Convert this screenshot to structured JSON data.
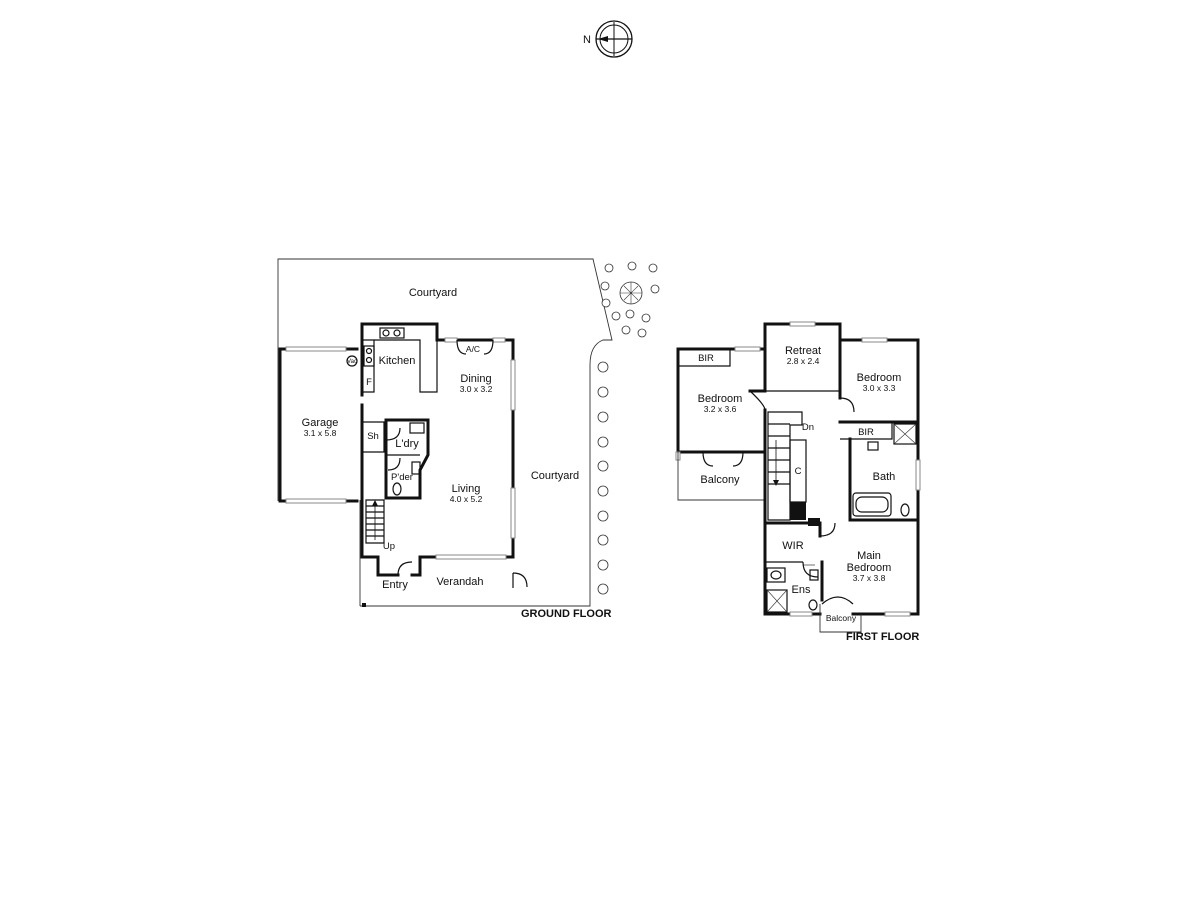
{
  "compass": {
    "north_label": "N"
  },
  "ground_floor": {
    "title": "GROUND FLOOR",
    "rooms": {
      "courtyard_top": {
        "name": "Courtyard"
      },
      "courtyard_right": {
        "name": "Courtyard"
      },
      "kitchen": {
        "name": "Kitchen"
      },
      "dining": {
        "name": "Dining",
        "size": "3.0 x 3.2"
      },
      "garage": {
        "name": "Garage",
        "size": "3.1 x 5.8"
      },
      "shower": {
        "name": "Sh"
      },
      "laundry": {
        "name": "L'dry"
      },
      "powder": {
        "name": "P'der"
      },
      "living": {
        "name": "Living",
        "size": "4.0 x 5.2"
      },
      "entry": {
        "name": "Entry"
      },
      "verandah": {
        "name": "Verandah"
      }
    },
    "fixtures": {
      "ac": "A/C",
      "fridge": "F",
      "stairs": "Up",
      "washer": "Vac"
    }
  },
  "first_floor": {
    "title": "FIRST FLOOR",
    "rooms": {
      "retreat": {
        "name": "Retreat",
        "size": "2.8 x 2.4"
      },
      "bedroom_right": {
        "name": "Bedroom",
        "size": "3.0 x 3.3"
      },
      "bedroom_left": {
        "name": "Bedroom",
        "size": "3.2 x 3.6"
      },
      "bir_left": {
        "name": "BIR"
      },
      "bir_right": {
        "name": "BIR"
      },
      "balcony_left": {
        "name": "Balcony"
      },
      "bath": {
        "name": "Bath"
      },
      "wir": {
        "name": "WIR"
      },
      "main_bedroom": {
        "name": "Main\nBedroom",
        "name_line1": "Main",
        "name_line2": "Bedroom",
        "size": "3.7 x 3.8"
      },
      "ensuite": {
        "name": "Ens"
      },
      "balcony_small": {
        "name": "Balcony"
      }
    },
    "fixtures": {
      "stairs": "Dn",
      "cupboard": "C"
    }
  }
}
